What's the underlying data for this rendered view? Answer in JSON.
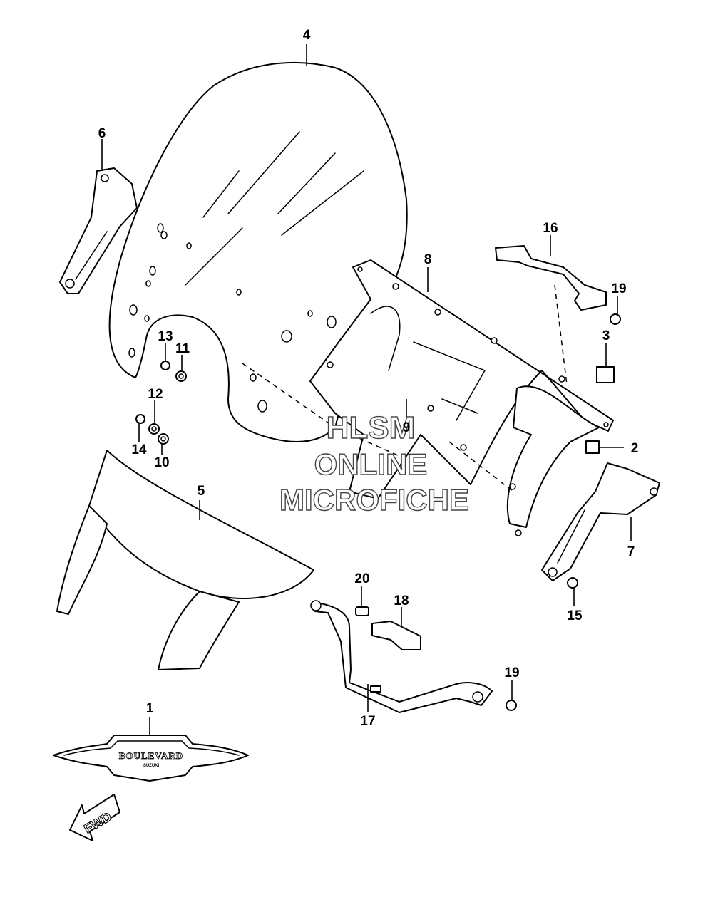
{
  "callouts": {
    "n1": "1",
    "n2": "2",
    "n3": "3",
    "n4": "4",
    "n5": "5",
    "n6": "6",
    "n7": "7",
    "n8": "8",
    "n9": "9",
    "n10": "10",
    "n11": "11",
    "n12": "12",
    "n13": "13",
    "n14": "14",
    "n15": "15",
    "n16": "16",
    "n17": "17",
    "n18": "18",
    "n19a": "19",
    "n19b": "19",
    "n20": "20"
  },
  "watermark": {
    "line1": "HLSM",
    "line2": "ONLINE",
    "line3": "MICROFICHE"
  },
  "emblem": {
    "brand": "BOULEVARD",
    "sub": "SUZUKI"
  },
  "direction": {
    "label": "FWD"
  }
}
